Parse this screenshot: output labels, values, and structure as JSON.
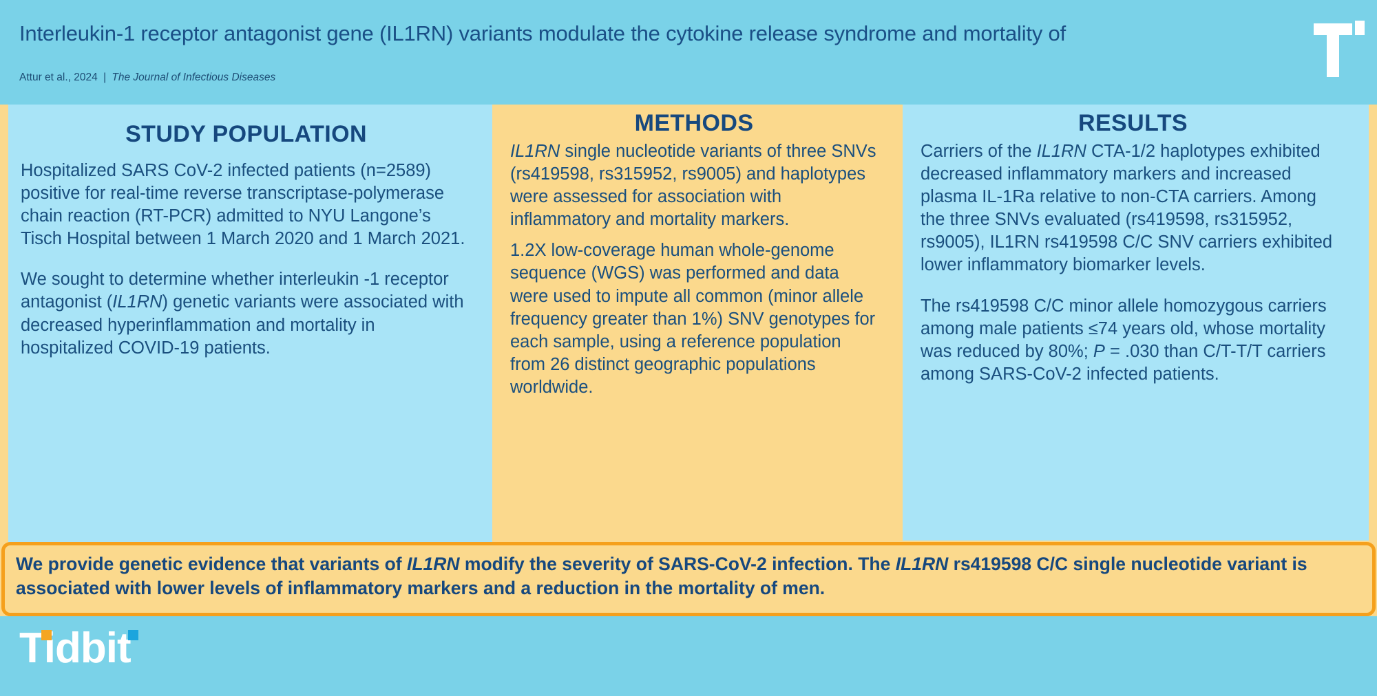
{
  "header": {
    "title": "Interleukin-1 receptor antagonist gene (IL1RN) variants modulate the cytokine release syndrome and mortality of",
    "authors": "Attur et al., 2024",
    "separator": "|",
    "journal": "The Journal of Infectious Diseases",
    "logo_icon": "tidbit-t-logo-icon"
  },
  "columns": {
    "study_population": {
      "heading": "STUDY POPULATION",
      "paragraph_1_parts": [
        {
          "text": "Hospitalized SARS CoV-2  infected patients (n=2589) positive for real-time reverse transcriptase-polymerase chain reaction (RT-PCR) admitted to NYU Langone’s Tisch Hospital between 1 March 2020 and ",
          "italic": false
        },
        {
          "text": "1 March 2021.",
          "italic": false
        }
      ],
      "paragraph_1": "Hospitalized SARS CoV-2  infected patients (n=2589) positive for real-time reverse transcriptase-polymerase chain reaction (RT-PCR) admitted to NYU Langone’s Tisch Hospital between 1 March 2020 and 1 March 2021.",
      "paragraph_2_parts": [
        {
          "text": "We sought to determine whether interleukin -1 receptor antagonist (",
          "italic": false
        },
        {
          "text": "IL1RN",
          "italic": true
        },
        {
          "text": ") genetic variants were associated with decreased hyperinflammation and mortality in hospitalized COVID-19 patients.",
          "italic": false
        }
      ]
    },
    "methods": {
      "heading": "METHODS",
      "paragraph_1_parts": [
        {
          "text": "IL1RN",
          "italic": true
        },
        {
          "text": " single nucleotide variants of three SNVs (rs419598, rs315952, rs9005) and haplotypes were assessed for association with inflammatory and mortality markers.",
          "italic": false
        }
      ],
      "paragraph_2_parts": [
        {
          "text": " 1.2X low-coverage human whole-genome sequence (WGS) was performed and data were used to impute all common (minor allele frequency greater than 1%) SNV genotypes for each sample, using a reference population from 26 distinct geographic populations worldwide.",
          "italic": false
        }
      ]
    },
    "results": {
      "heading": "RESULTS",
      "paragraph_1_parts": [
        {
          "text": "Carriers of the ",
          "italic": false
        },
        {
          "text": "IL1RN",
          "italic": true
        },
        {
          "text": " CTA-1/2 haplotypes exhibited decreased inflammatory markers and increased plasma IL-1Ra relative to non-CTA carriers.  Among the three SNVs evaluated (rs419598, rs315952, rs9005), IL1RN rs419598 C/C SNV carriers exhibited lower inflammatory biomarker levels.",
          "italic": false
        }
      ],
      "paragraph_2_parts": [
        {
          "text": "The rs419598 C/C minor allele homozygous carriers among male patients ≤74 years old, whose mortality was reduced by 80%; ",
          "italic": false
        },
        {
          "text": "P",
          "italic": true
        },
        {
          "text": " = .030 than C/T-T/T carriers among SARS-CoV-2 infected patients.",
          "italic": false
        }
      ]
    }
  },
  "conclusion": {
    "parts": [
      {
        "text": "We provide genetic evidence that variants of ",
        "italic": false
      },
      {
        "text": "IL1RN",
        "italic": true
      },
      {
        "text": " modify the severity of SARS-CoV-2 infection. The ",
        "italic": false
      },
      {
        "text": "IL1RN",
        "italic": true
      },
      {
        "text": "  rs419598 C/C single nucleotide variant is associated with lower levels of inflammatory markers and a reduction in the mortality of men.",
        "italic": false
      }
    ]
  },
  "footer": {
    "brand": "Tidbit"
  },
  "colors": {
    "header_blue": "#7ad2e8",
    "panel_blue": "#a9e4f7",
    "panel_yellow": "#fbd98d",
    "accent_orange": "#f5a01c",
    "text_navy": "#1a4f7e",
    "heading_navy": "#16487e",
    "logo_dot_orange": "#f5a622",
    "logo_dot_blue": "#1ba5dd"
  }
}
